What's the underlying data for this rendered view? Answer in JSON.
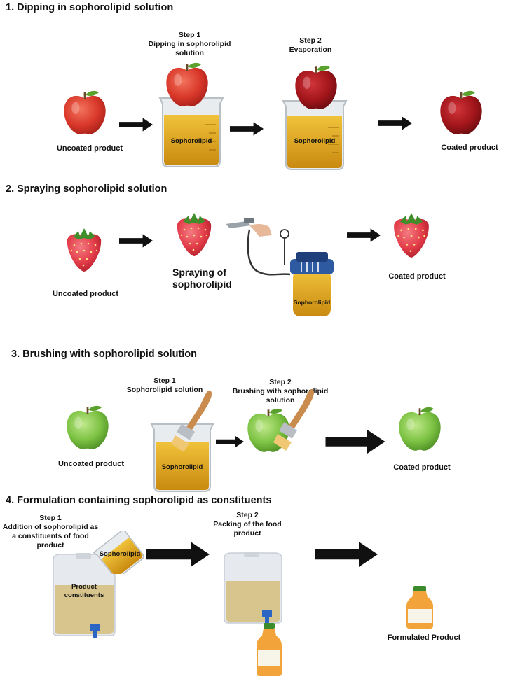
{
  "sections": {
    "s1": {
      "title": "1. Dipping in sophorolipid solution",
      "step1_num": "Step 1",
      "step1_text": "Dipping in sophorolipid solution",
      "step2_num": "Step 2",
      "step2_text": "Evaporation",
      "uncoated": "Uncoated product",
      "coated": "Coated product",
      "beaker_label": "Sophorolipid"
    },
    "s2": {
      "title": "2. Spraying sophorolipid solution",
      "uncoated": "Uncoated product",
      "spraying_line1": "Spraying of",
      "spraying_line2": "sophorolipid",
      "tank_label": "Sophorolipid",
      "coated": "Coated product"
    },
    "s3": {
      "title": "3. Brushing with sophorolipid solution",
      "step1_num": "Step 1",
      "step1_text": "Sophorolipid solution",
      "step2_num": "Step 2",
      "step2_text": "Brushing with sophorolipid solution",
      "uncoated": "Uncoated product",
      "beaker_label": "Sophorolipid",
      "coated": "Coated product"
    },
    "s4": {
      "title": "4. Formulation containing sophorolipid as constituents",
      "step1_num": "Step 1",
      "step1_text": "Addition of sophorolipid as a constituents of food product",
      "cup_label": "Sophorolipid",
      "jug_label": "Product constituents",
      "step2_num": "Step 2",
      "step2_text": "Packing of the food product",
      "formulated": "Formulated Product"
    }
  },
  "colors": {
    "red_apple": "#d9382a",
    "dark_apple": "#a3161b",
    "green_apple": "#7cc243",
    "strawberry": "#e23b48",
    "liquid": "#d9a21a",
    "arrow": "#111111"
  }
}
